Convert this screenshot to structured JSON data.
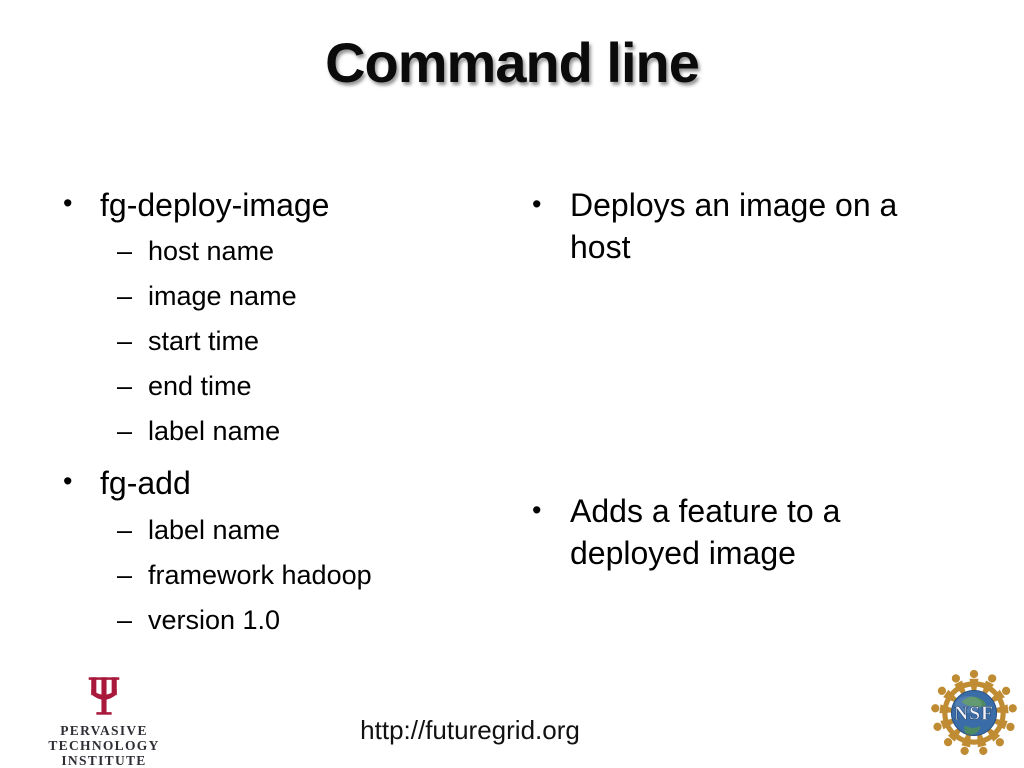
{
  "title": "Command line",
  "glyphs": {
    "bullet": "•",
    "dash": "–"
  },
  "left_column": {
    "groups": [
      {
        "label": "fg-deploy-image",
        "children": [
          "host name",
          "image name",
          "start time",
          "end time",
          "label name"
        ]
      },
      {
        "label": "fg-add",
        "children": [
          "label name",
          "framework hadoop",
          "version 1.0"
        ]
      }
    ]
  },
  "right_column": {
    "bullets": [
      "Deploys an image on a host",
      "Adds a feature to a deployed image"
    ]
  },
  "footer": {
    "url": "http://futuregrid.org",
    "iu_logo": {
      "line1": "PERVASIVE TECHNOLOGY",
      "line2": "INSTITUTE"
    },
    "nsf_logo": {
      "label": "NSF"
    }
  },
  "colors": {
    "background": "#ffffff",
    "text": "#000000",
    "iu_crimson": "#a8193c",
    "pti_text": "#2f2e35",
    "nsf_gold": "#c08c33",
    "nsf_globe_blue": "#3a6ca8",
    "nsf_globe_green": "#529252"
  }
}
